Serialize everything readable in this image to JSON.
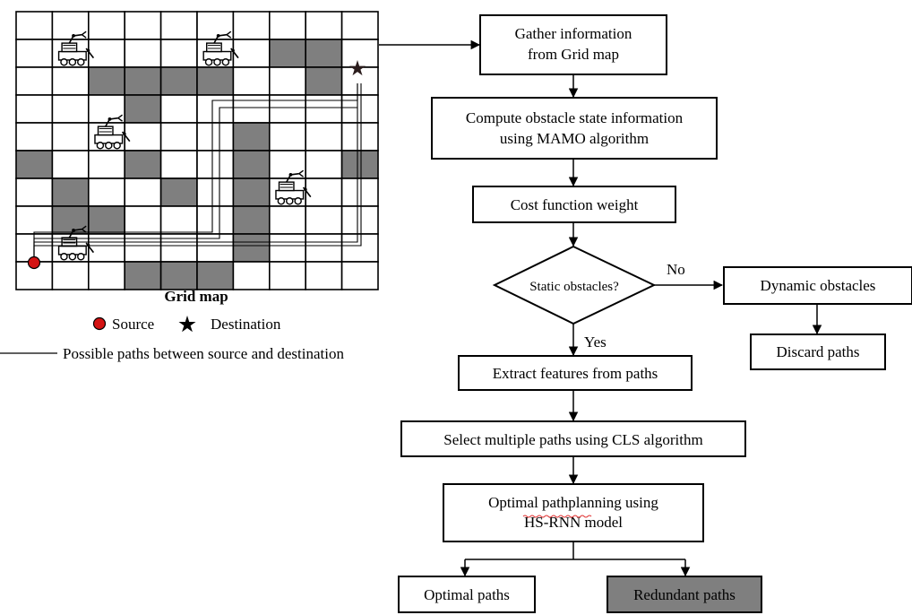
{
  "grid": {
    "title": "Grid map",
    "rows": 10,
    "cols": 10,
    "obstacles": [
      [
        1,
        7
      ],
      [
        1,
        8
      ],
      [
        2,
        2
      ],
      [
        2,
        3
      ],
      [
        2,
        4
      ],
      [
        2,
        5
      ],
      [
        2,
        8
      ],
      [
        3,
        3
      ],
      [
        4,
        6
      ],
      [
        5,
        0
      ],
      [
        5,
        3
      ],
      [
        5,
        6
      ],
      [
        5,
        9
      ],
      [
        6,
        1
      ],
      [
        6,
        4
      ],
      [
        6,
        6
      ],
      [
        7,
        1
      ],
      [
        7,
        2
      ],
      [
        7,
        6
      ],
      [
        8,
        6
      ],
      [
        9,
        3
      ],
      [
        9,
        4
      ],
      [
        9,
        5
      ]
    ],
    "robots": [
      [
        1,
        1
      ],
      [
        1,
        5
      ],
      [
        4,
        2
      ],
      [
        6,
        7
      ],
      [
        8,
        1
      ]
    ],
    "source_cell": [
      9,
      0
    ],
    "destination_cell": [
      2,
      9
    ],
    "obstacle_color": "#7f7f7f",
    "source_color": "#d41313"
  },
  "legend": {
    "source_label": "Source",
    "destination_label": "Destination",
    "paths_label": "Possible paths between source and destination"
  },
  "flow": {
    "gather": [
      "Gather information",
      "from Grid map"
    ],
    "compute": [
      "Compute obstacle state information",
      "using MAMO algorithm"
    ],
    "cost": "Cost function weight",
    "decision": "Static obstacles?",
    "no_label": "No",
    "yes_label": "Yes",
    "dynamic": "Dynamic obstacles",
    "discard": "Discard paths",
    "extract": "Extract features from paths",
    "select": "Select multiple paths using CLS algorithm",
    "optimal_planning": [
      "Optimal pathplanning using",
      "HS-RNN model"
    ],
    "optimal_paths": "Optimal paths",
    "redundant_paths": "Redundant paths",
    "redundant_fill": "#7f7f7f"
  }
}
